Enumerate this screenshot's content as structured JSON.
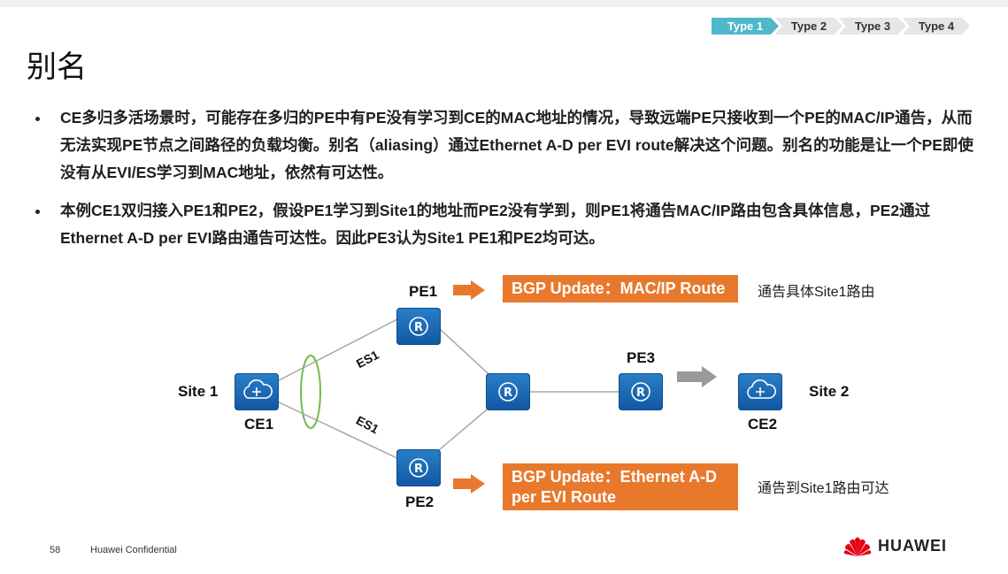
{
  "nav": {
    "steps": [
      {
        "label": "Type 1"
      },
      {
        "label": "Type 2"
      },
      {
        "label": "Type 3"
      },
      {
        "label": "Type 4"
      }
    ],
    "active_index": 0
  },
  "title": "别名",
  "bullets": [
    "CE多归多活场景时，可能存在多归的PE中有PE没有学习到CE的MAC地址的情况，导致远端PE只接收到一个PE的MAC/IP通告，从而无法实现PE节点之间路径的负载均衡。别名（aliasing）通过Ethernet A-D per EVI route解决这个问题。别名的功能是让一个PE即使没有从EVI/ES学习到MAC地址，依然有可达性。",
    "本例CE1双归接入PE1和PE2，假设PE1学习到Site1的地址而PE2没有学到，则PE1将通告MAC/IP路由包含具体信息，PE2通过Ethernet A-D per EVI路由通告可达性。因此PE3认为Site1 PE1和PE2均可达。"
  ],
  "diagram": {
    "site1": "Site 1",
    "site2": "Site 2",
    "ce1": "CE1",
    "ce2": "CE2",
    "pe1": "PE1",
    "pe2": "PE2",
    "pe3": "PE3",
    "es_top": "ES1",
    "es_bottom": "ES1",
    "bgp_top": "BGP Update：MAC/IP Route",
    "bgp_bottom": "BGP Update：Ethernet A-D per EVI Route",
    "note_top": "通告具体Site1路由",
    "note_bottom": "通告到Site1路由可达",
    "colors": {
      "router": "#1a6bb8",
      "bgp_box": "#e8792c",
      "es_ellipse": "#6abf45",
      "arrow_gray": "#9a9a9a"
    }
  },
  "footer": {
    "page_number": "58",
    "confidential": "Huawei Confidential",
    "logo_text": "HUAWEI"
  }
}
